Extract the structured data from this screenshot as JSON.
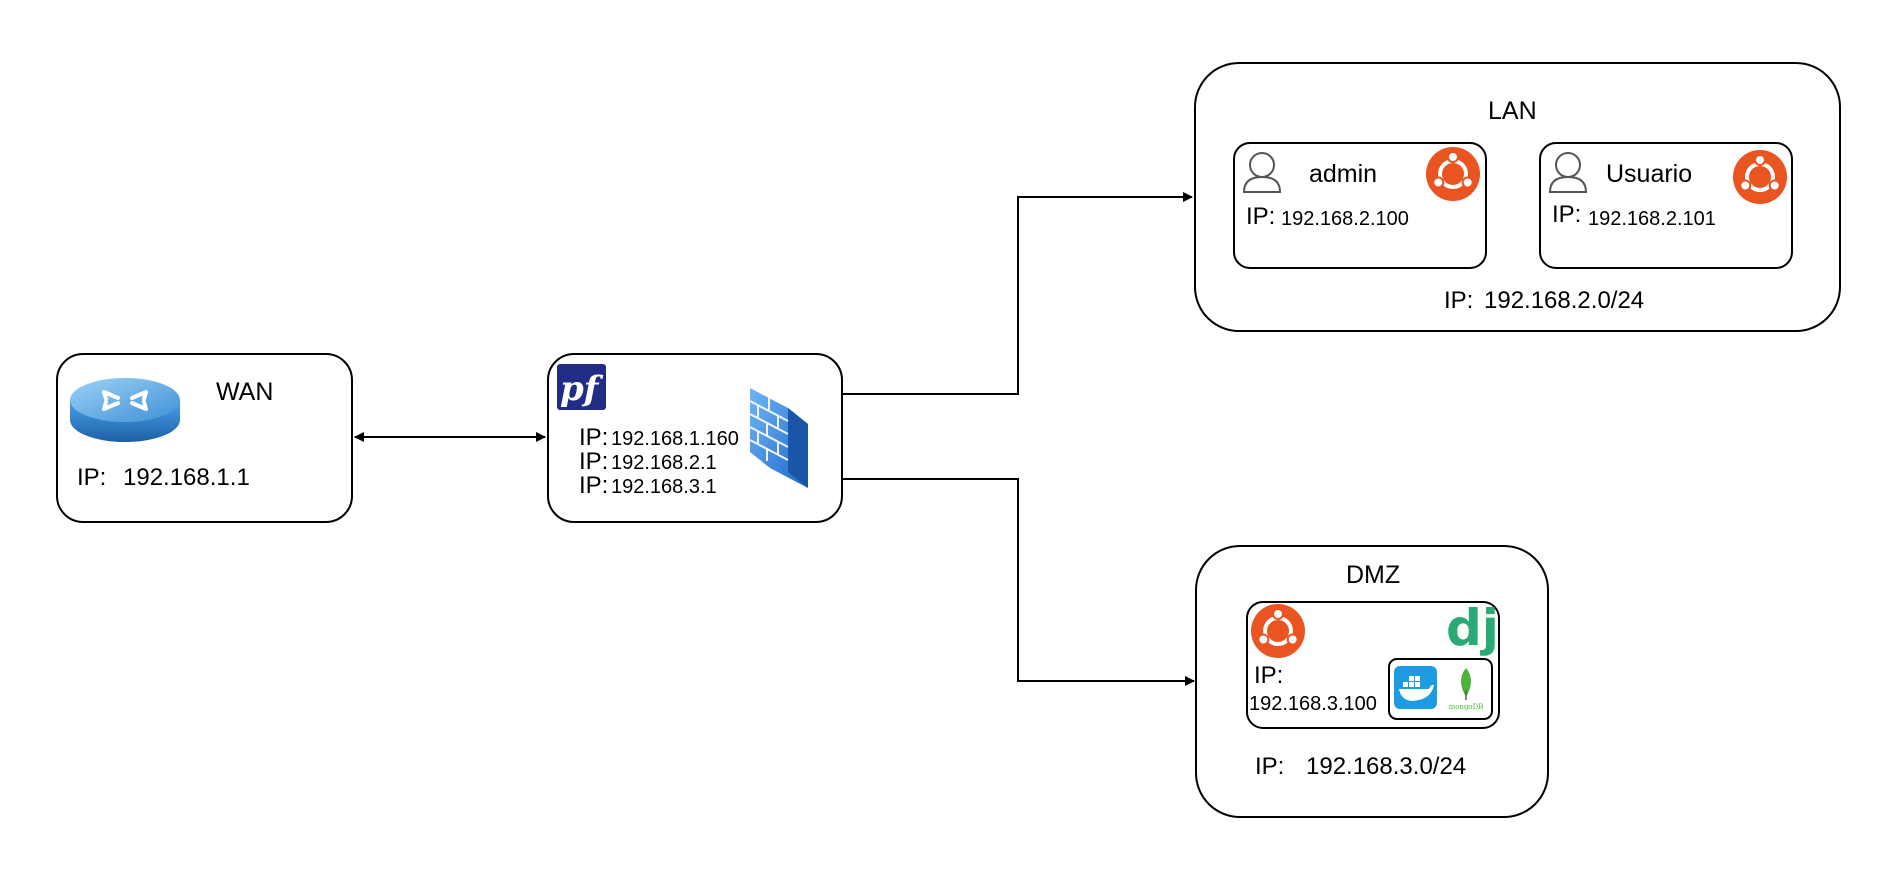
{
  "wan": {
    "title": "WAN",
    "ip_prefix": "IP:",
    "ip": "192.168.1.1",
    "icon": "router-icon"
  },
  "firewall": {
    "logo": "pfSense",
    "logo_text": "pf",
    "icon": "firewall-brick-icon",
    "ip_prefix": "IP:",
    "ips": [
      "192.168.1.160",
      "192.168.2.1",
      "192.168.3.1"
    ]
  },
  "lan": {
    "title": "LAN",
    "subnet_prefix": "IP:",
    "subnet": "192.168.2.0/24",
    "hosts": [
      {
        "name": "admin",
        "ip_prefix": "IP:",
        "ip": "192.168.2.100",
        "os_icon": "ubuntu-icon",
        "user_icon": "user-icon"
      },
      {
        "name": "Usuario",
        "ip_prefix": "IP:",
        "ip": "192.168.2.101",
        "os_icon": "ubuntu-icon",
        "user_icon": "user-icon"
      }
    ]
  },
  "dmz": {
    "title": "DMZ",
    "subnet_prefix": "IP:",
    "subnet": "192.168.3.0/24",
    "server": {
      "ip_prefix": "IP:",
      "ip": "192.168.3.100",
      "os_icon": "ubuntu-icon",
      "framework_logo": "django-logo",
      "framework_text": "dj",
      "services": [
        "docker-icon",
        "mongodb-icon"
      ],
      "mongodb_text": "mongoDB"
    }
  },
  "colors": {
    "ubuntu": "#E95420",
    "django": "#2BA977",
    "docker": "#1D9BE0",
    "mongodb_leaf": "#4DB33D",
    "pfsense": "#212C84",
    "firewall": "#3D8CE8",
    "router": "#4AA3E8"
  }
}
